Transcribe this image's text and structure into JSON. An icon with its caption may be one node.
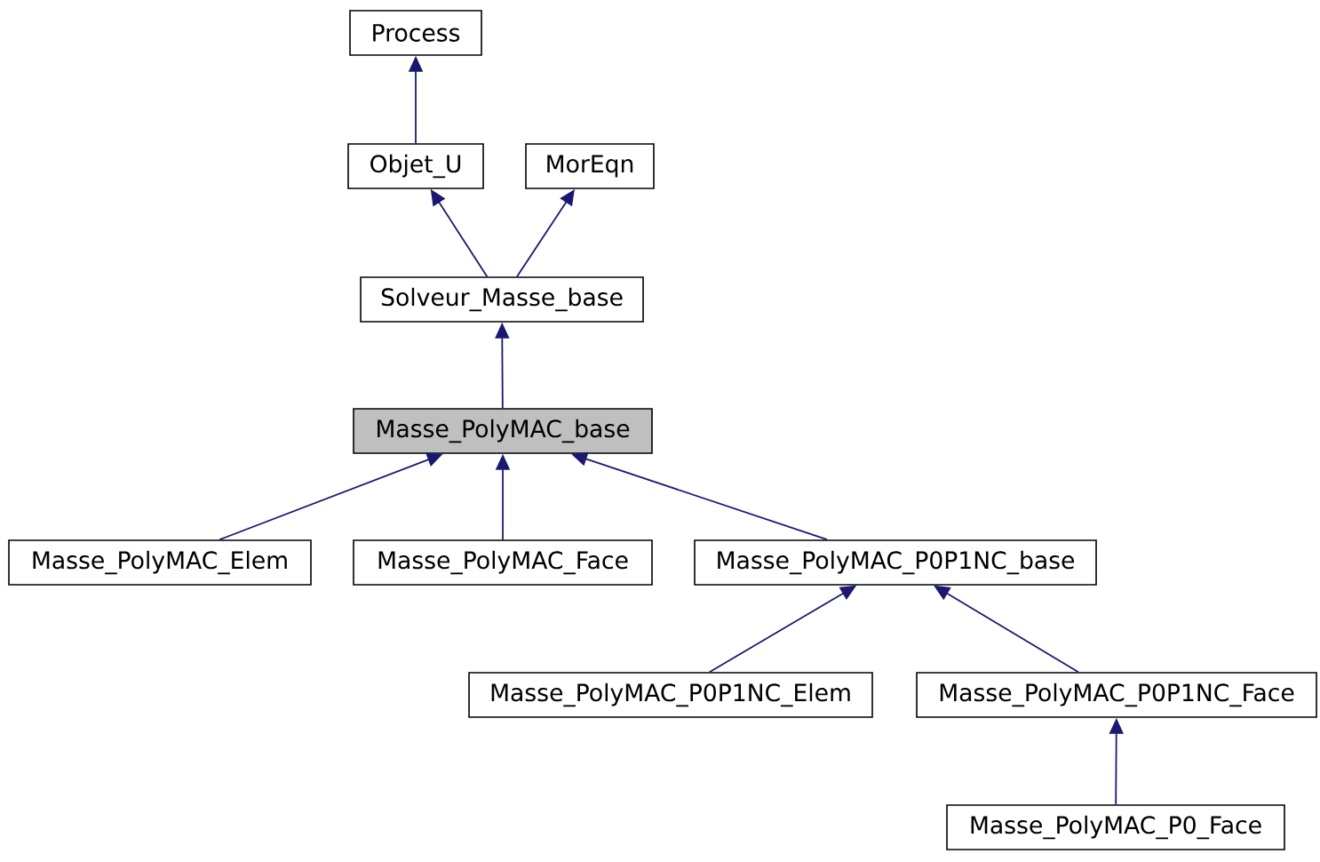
{
  "diagram": {
    "nodes": [
      {
        "text": [
          "Process"
        ]
      },
      {
        "text": [
          "Objet_U"
        ]
      },
      {
        "text": [
          "MorEqn"
        ]
      },
      {
        "text": [
          "Solveur_Masse_base"
        ]
      },
      {
        "text": [
          "Masse_PolyMAC_base"
        ]
      },
      {
        "text": [
          "Masse_PolyMAC_Elem"
        ]
      },
      {
        "text": [
          "Masse_PolyMAC_Face"
        ]
      },
      {
        "text": [
          "Masse_PolyMAC_P0P1NC_base"
        ]
      },
      {
        "text": [
          "Masse_PolyMAC_P0P1NC_Elem"
        ]
      },
      {
        "text": [
          "Masse_PolyMAC_P0P1NC_Face"
        ]
      },
      {
        "text": [
          "Masse_PolyMAC_P0_Face"
        ]
      }
    ],
    "edges": [
      {
        "from": 1,
        "to": 0,
        "arrow": "to"
      },
      {
        "from": 3,
        "to": 1,
        "arrow": "to"
      },
      {
        "from": 3,
        "to": 2,
        "arrow": "to"
      },
      {
        "from": 4,
        "to": 3,
        "arrow": "to"
      },
      {
        "from": 5,
        "to": 4,
        "arrow": "to"
      },
      {
        "from": 6,
        "to": 4,
        "arrow": "to"
      },
      {
        "from": 7,
        "to": 4,
        "arrow": "to"
      },
      {
        "from": 8,
        "to": 7,
        "arrow": "to"
      },
      {
        "from": 9,
        "to": 7,
        "arrow": "to"
      },
      {
        "from": 10,
        "to": 9,
        "arrow": "to"
      }
    ]
  }
}
